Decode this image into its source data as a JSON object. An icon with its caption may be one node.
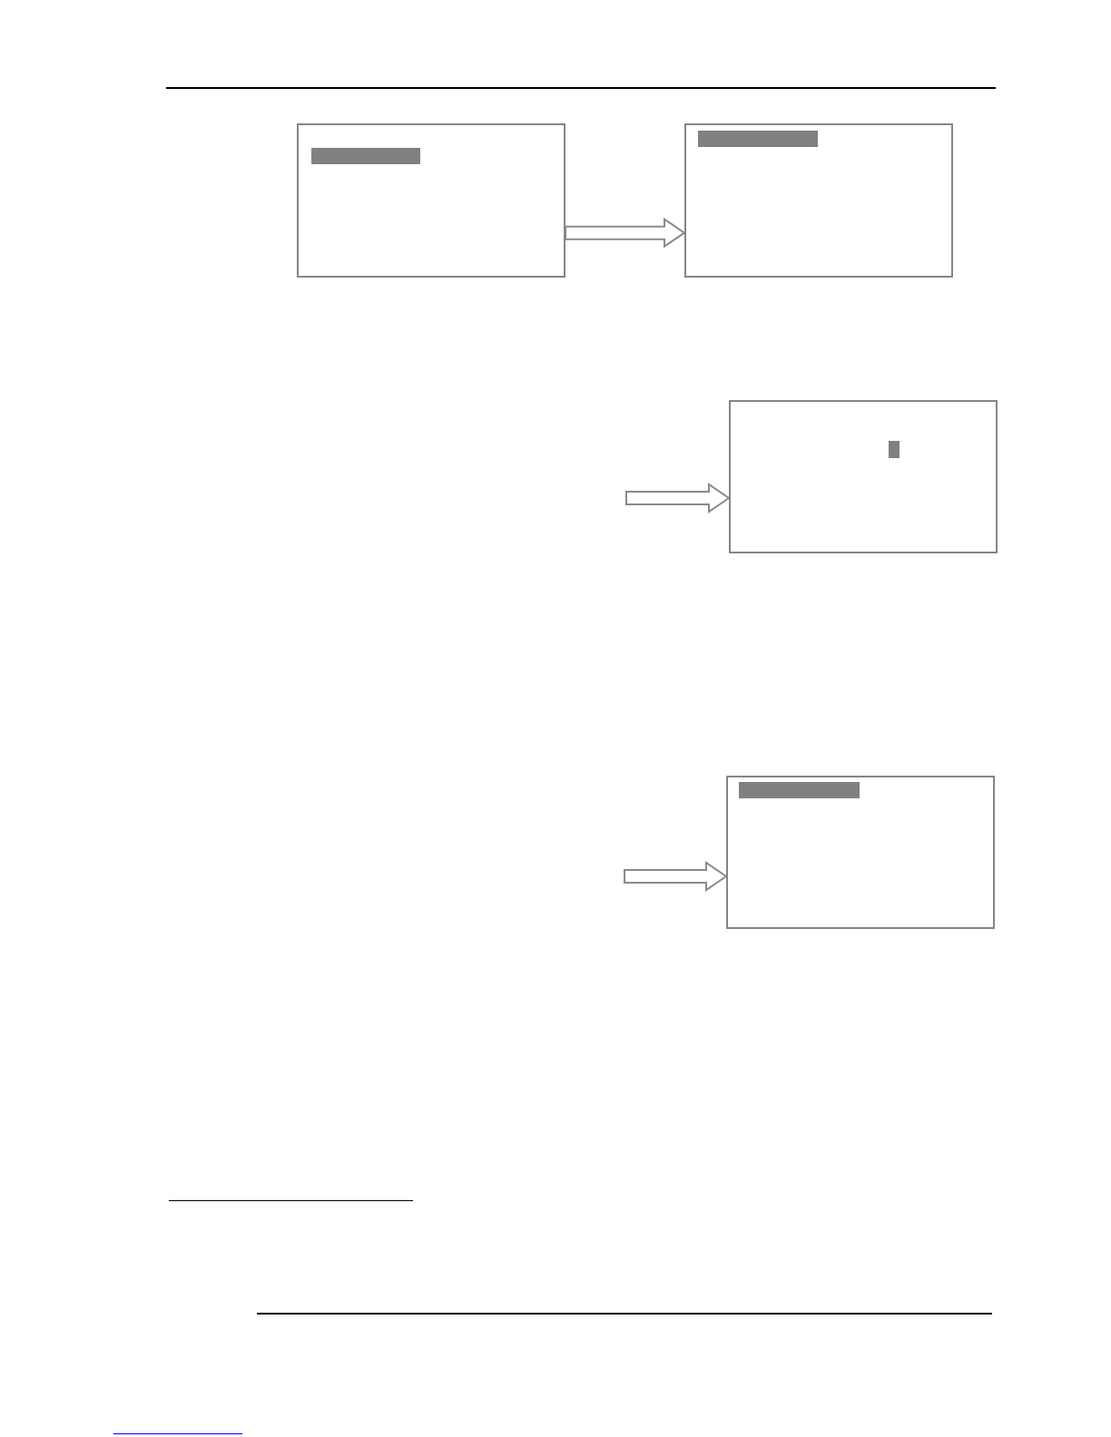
{
  "diagram": {
    "nodes": [
      {
        "text": [],
        "shape": "box"
      },
      {
        "text": [],
        "shape": "box"
      },
      {
        "text": [],
        "shape": "box"
      },
      {
        "text": [],
        "shape": "box"
      }
    ],
    "edges": [
      {
        "from": 0,
        "to": 1,
        "arrow": "to"
      },
      {
        "from": null,
        "to": 2,
        "arrow": "to"
      },
      {
        "from": null,
        "to": 3,
        "arrow": "to"
      }
    ]
  }
}
